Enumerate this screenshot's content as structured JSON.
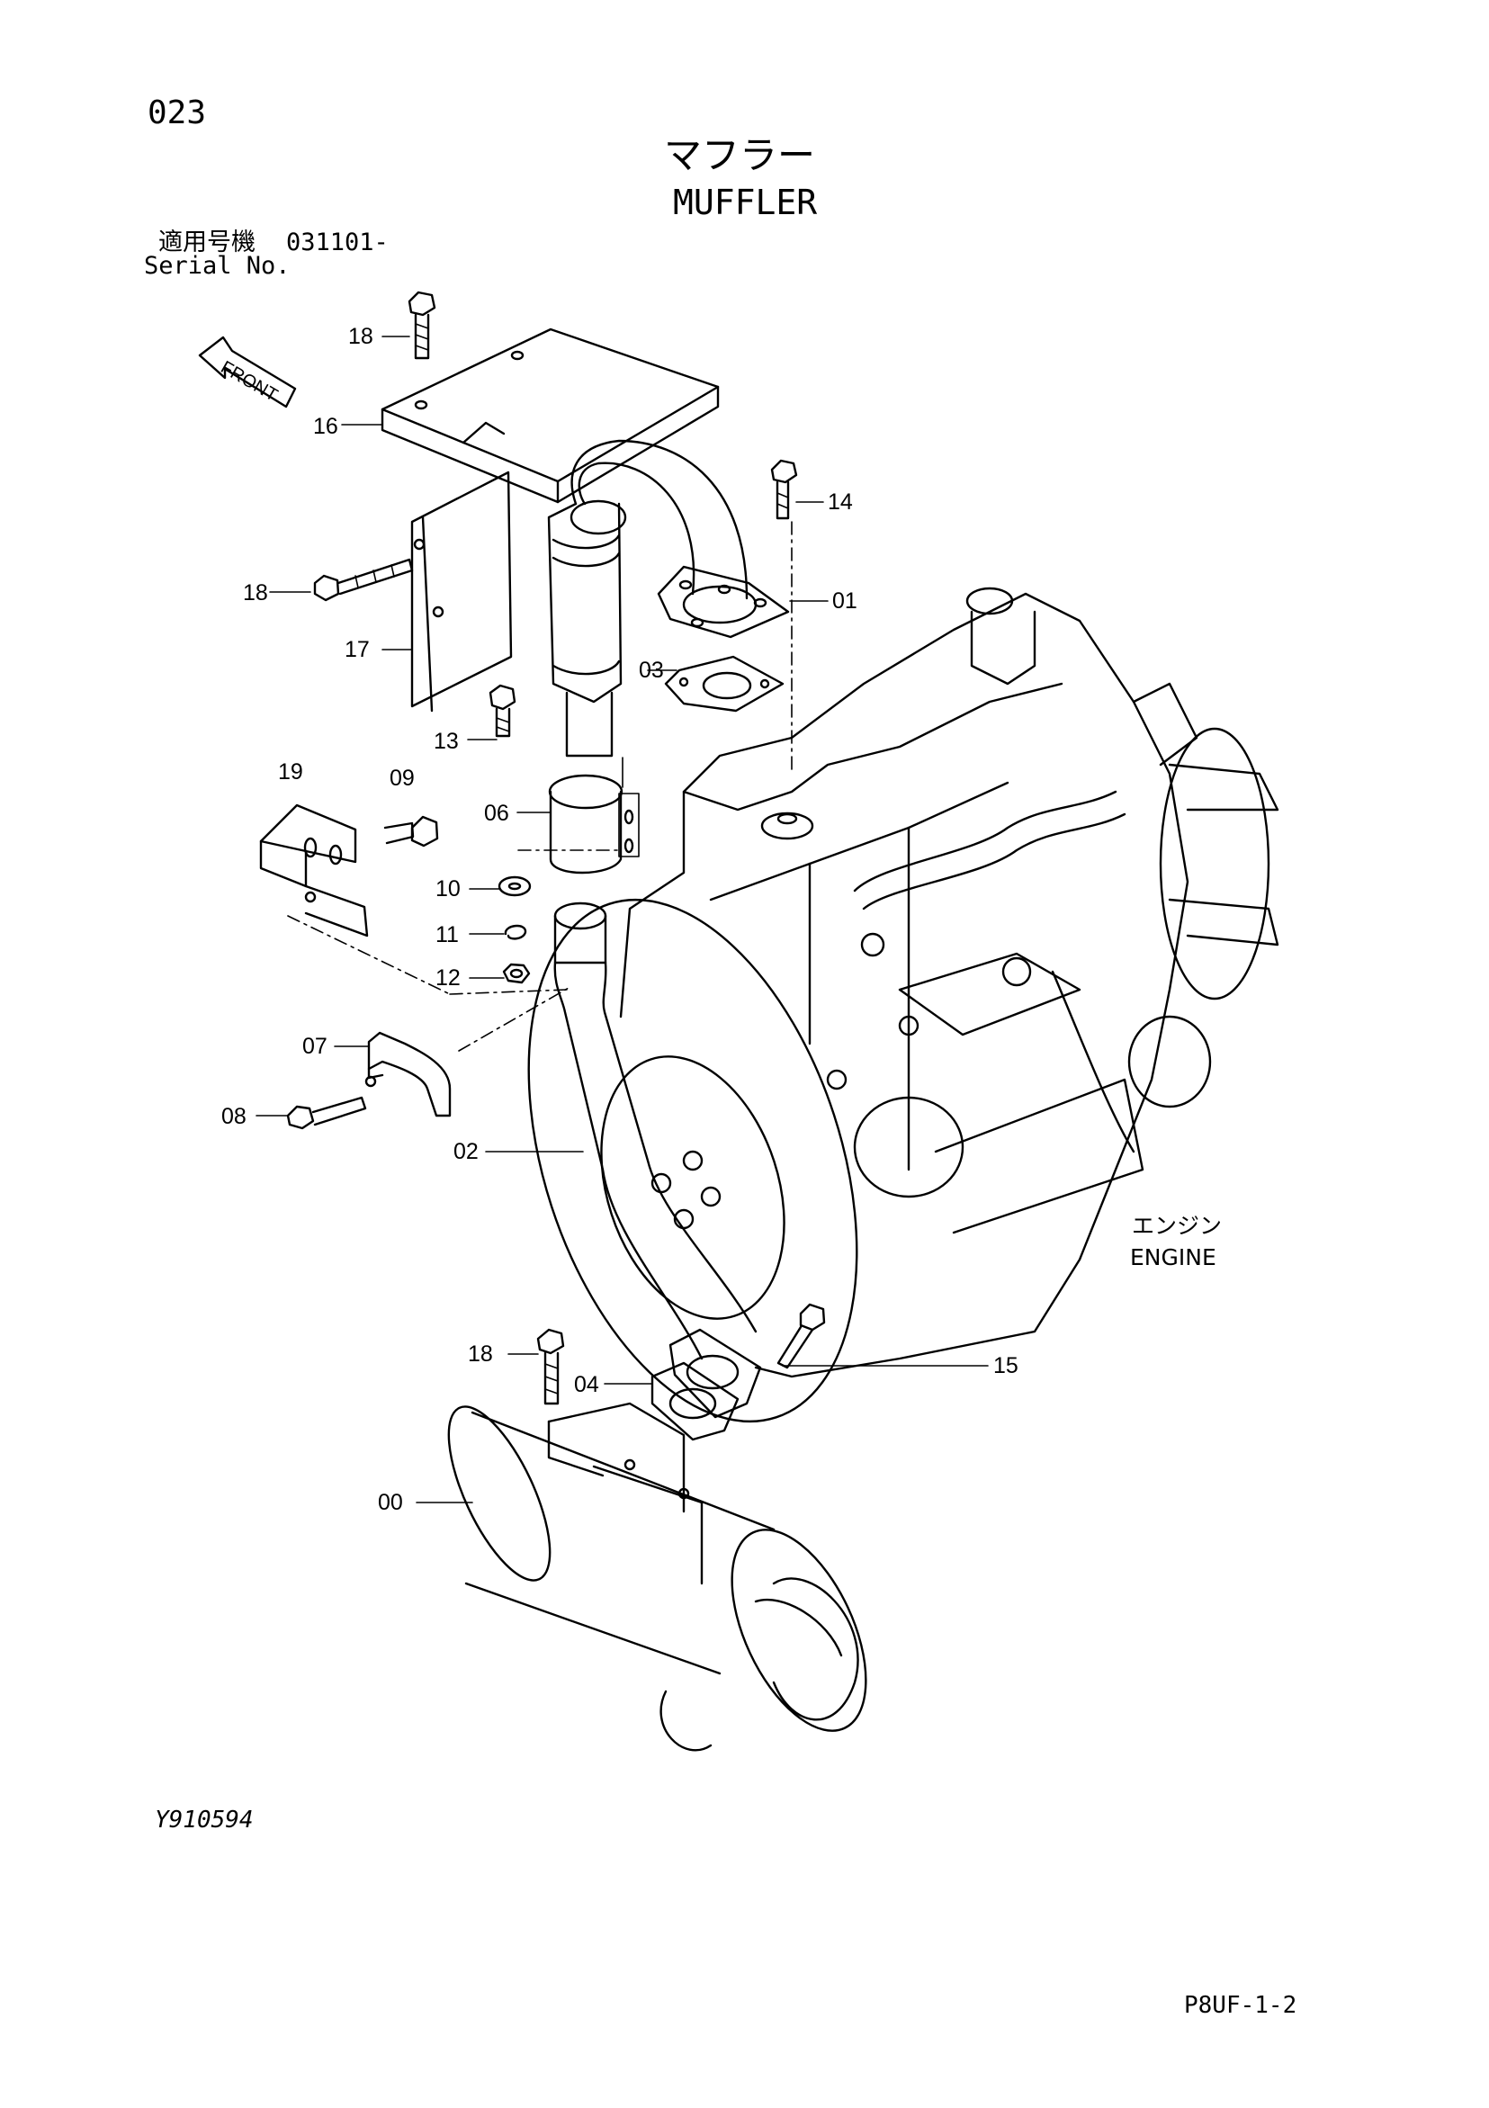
{
  "header": {
    "page_id": "023",
    "title_jp": "マフラー",
    "title_en": "MUFFLER",
    "serial_label_jp": "適用号機",
    "serial_value": "031101-",
    "serial_label_en": "Serial No."
  },
  "front_arrow_label": "FRONT",
  "engine_label": {
    "jp": "エンジン",
    "en": "ENGINE"
  },
  "callouts": [
    "18",
    "16",
    "14",
    "01",
    "18",
    "17",
    "03",
    "13",
    "06",
    "19",
    "09",
    "10",
    "11",
    "12",
    "07",
    "08",
    "02",
    "15",
    "18",
    "04",
    "00"
  ],
  "footer": {
    "figure_id": "Y910594",
    "page_code": "P8UF-1-2"
  }
}
